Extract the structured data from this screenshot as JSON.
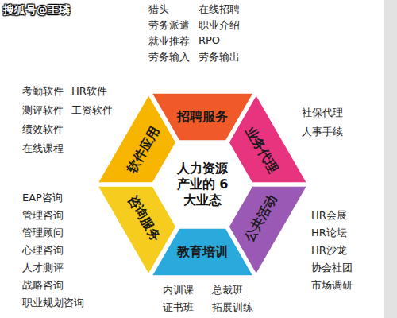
{
  "diagram": {
    "nodes": [
      {
        "text": [
          "招聘服务"
        ]
      },
      {
        "text": [
          "业务代理"
        ]
      },
      {
        "text": [
          "公共活动"
        ]
      },
      {
        "text": [
          "教育培训"
        ]
      },
      {
        "text": [
          "咨询服务"
        ]
      },
      {
        "text": [
          "软件应用"
        ]
      }
    ],
    "labels": [
      "搜狐号@王璘",
      "猎头",
      "在线招聘",
      "劳务派遣",
      "职业介绍",
      "就业推荐",
      "RPO",
      "劳务输入",
      "劳务输出",
      "社保代理",
      "人事手续",
      "HR会展",
      "HR论坛",
      "HR沙龙",
      "协会社团",
      "市场调研",
      "内训课",
      "总裁班",
      "证书班",
      "拓展训练",
      "EAP咨询",
      "管理咨询",
      "管理顾问",
      "心理咨询",
      "人才测评",
      "战略咨询",
      "职业规划咨询",
      "考勤软件",
      "HR软件",
      "测评软件",
      "工资软件",
      "绩效软件",
      "在线课程",
      "人力资源 产业的 6大业态"
    ]
  }
}
